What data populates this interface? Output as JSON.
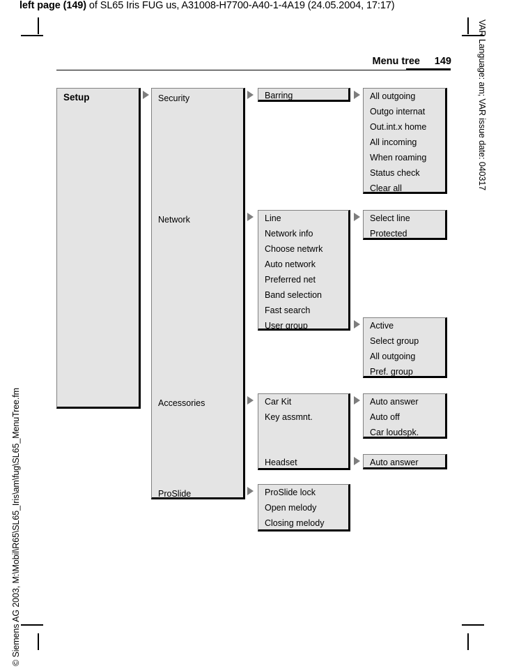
{
  "page": {
    "running_head_bold": "left page (149)",
    "running_head_rest": " of SL65 Iris FUG us, A31008-H7700-A40-1-4A19 (24.05.2004, 17:17)",
    "side_text_right": "VAR Language: am; VAR issue date: 040317",
    "side_text_left": "© Siemens AG 2003, M:\\Mobil\\R65\\SL65_Iris\\am\\fug\\SL65_MenuTree.fm",
    "header_title": "Menu tree",
    "header_page_number": "149"
  },
  "tree": {
    "level1": {
      "label": "Setup"
    },
    "level2": [
      {
        "label": "Security"
      },
      {
        "label": "Network"
      },
      {
        "label": "Accessories"
      },
      {
        "label": "ProSlide"
      }
    ],
    "security_sub": [
      {
        "label": "Barring"
      }
    ],
    "barring_sub": [
      {
        "label": "All outgoing"
      },
      {
        "label": "Outgo internat"
      },
      {
        "label": "Out.int.x home"
      },
      {
        "label": "All incoming"
      },
      {
        "label": "When roaming"
      },
      {
        "label": "Status check"
      },
      {
        "label": "Clear all"
      }
    ],
    "network_sub": [
      {
        "label": "Line"
      },
      {
        "label": "Network info"
      },
      {
        "label": "Choose netwrk"
      },
      {
        "label": "Auto network"
      },
      {
        "label": "Preferred net"
      },
      {
        "label": "Band selection"
      },
      {
        "label": "Fast search"
      },
      {
        "label": "User group"
      }
    ],
    "line_sub": [
      {
        "label": "Select line"
      },
      {
        "label": "Protected"
      }
    ],
    "usergroup_sub": [
      {
        "label": "Active"
      },
      {
        "label": "Select group"
      },
      {
        "label": "All outgoing"
      },
      {
        "label": "Pref. group"
      }
    ],
    "accessories_sub": [
      {
        "label": "Car Kit"
      },
      {
        "label": "Key assmnt."
      },
      {
        "label": "Headset"
      }
    ],
    "carkit_sub": [
      {
        "label": "Auto answer"
      },
      {
        "label": "Auto off"
      },
      {
        "label": "Car loudspk."
      }
    ],
    "headset_sub": [
      {
        "label": "Auto answer"
      }
    ],
    "proslide_sub": [
      {
        "label": "ProSlide lock"
      },
      {
        "label": "Open melody"
      },
      {
        "label": "Closing melody"
      }
    ]
  },
  "colors": {
    "box_fill": "#e4e4e4",
    "box_shadow": "#000000",
    "arrow": "#7d7d7d"
  }
}
